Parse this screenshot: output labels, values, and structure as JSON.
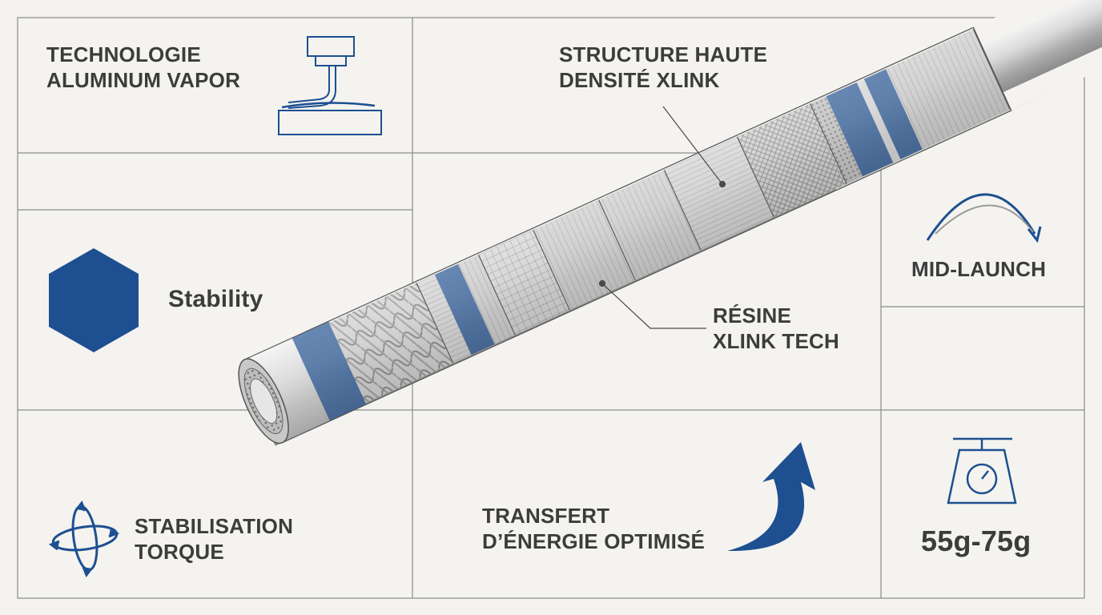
{
  "colors": {
    "accent_blue": "#1d4f91",
    "line": "#8a8a8a",
    "background": "#f4f3ef",
    "text": "#3c3c3c"
  },
  "panels": {
    "aluminum_vapor": {
      "line1": "TECHNOLOGIE",
      "line2": "ALUMINUM VAPOR",
      "icon": "vapor-deposition-icon"
    },
    "stability": {
      "label": "Stability",
      "icon": "hexagon-icon"
    },
    "torque": {
      "line1": "STABILISATION",
      "line2": "TORQUE",
      "icon": "rotation-arrows-icon"
    },
    "xlink_structure": {
      "line1": "STRUCTURE HAUTE",
      "line2": "DENSITÉ XLINK"
    },
    "xlink_resin": {
      "line1": "RÉSINE",
      "line2": "XLINK TECH"
    },
    "energy_transfer": {
      "line1": "TRANSFERT",
      "line2": "D’ÉNERGIE OPTIMISÉ",
      "icon": "curved-arrow-up-icon"
    },
    "launch": {
      "label": "MID-LAUNCH",
      "icon": "launch-trajectory-icon"
    },
    "weight": {
      "label": "55g-75g",
      "icon": "weighing-scale-icon"
    }
  }
}
